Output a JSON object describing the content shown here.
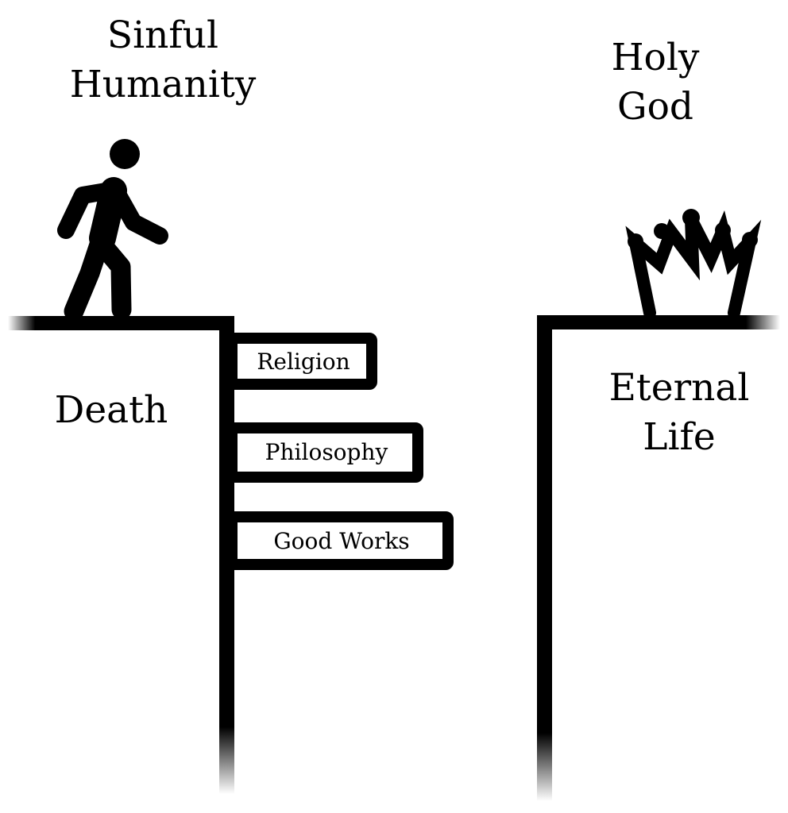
{
  "left_side": {
    "top_label": "Sinful\nHumanity",
    "side_label": "Death"
  },
  "right_side": {
    "top_label": "Holy\nGod",
    "side_label": "Eternal\nLife"
  },
  "steps": [
    {
      "label": "Religion"
    },
    {
      "label": "Philosophy"
    },
    {
      "label": "Good Works"
    }
  ],
  "icons": {
    "figure": "walking-person-icon",
    "crown": "crown-icon"
  },
  "colors": {
    "ink": "#000000",
    "background": "#ffffff"
  }
}
